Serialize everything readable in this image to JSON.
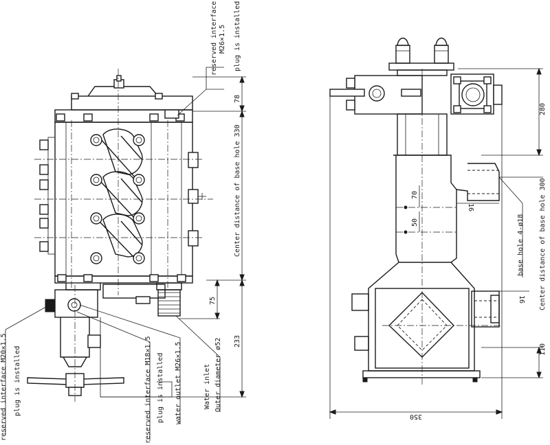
{
  "labels": {
    "reserved_m26_line1": "reserved interface",
    "reserved_m26_line2": "M26×1.5",
    "reserved_m26_line3": "plug is installed",
    "center_330": "Center distance of base hole 330",
    "reserved_m20_line1": "reserved interface M20×1.5",
    "reserved_m20_line2": "plug is installed",
    "reserved_m18_line1": "reserved interface M18×1.5",
    "reserved_m18_line2": "plug is installed",
    "water_outlet": "water outlet M26×1.5",
    "water_inlet_line1": "Water inlet",
    "water_inlet_line2": "Outer diameter ø52",
    "base_hole": "base hole 4-ø18",
    "center_300": "Center distance of base hole 300"
  },
  "dimensions": {
    "d78": "78",
    "d75": "75",
    "d233": "233",
    "d280": "280",
    "d70": "70",
    "d50": "50",
    "d16a": "16",
    "d16b": "16",
    "d110": "110",
    "d350": "350"
  }
}
